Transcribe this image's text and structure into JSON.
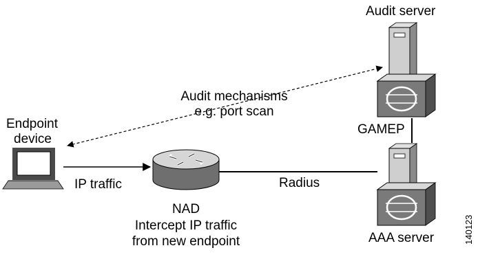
{
  "labels": {
    "audit_server": "Audit server",
    "audit_mech_line1": "Audit mechanisms",
    "audit_mech_line2": "e.g. port scan",
    "endpoint_line1": "Endpoint",
    "endpoint_line2": "device",
    "gamep": "GAMEP",
    "ip_traffic": "IP traffic",
    "radius": "Radius",
    "nad": "NAD",
    "nad_desc_line1": "Intercept IP traffic",
    "nad_desc_line2": "from new endpoint",
    "aaa_server": "AAA server",
    "figure_id": "140123"
  },
  "icons": {
    "endpoint": "laptop-icon",
    "nad": "router-icon",
    "audit_server": "server-icon",
    "aaa_server": "server-icon"
  },
  "colors": {
    "line": "#000000",
    "device_fill": "#cfcfcf",
    "device_dark": "#7a7a7a",
    "screen_fill": "#ffffff"
  }
}
